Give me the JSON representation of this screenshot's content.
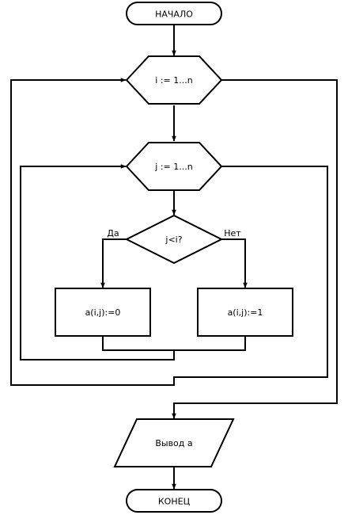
{
  "diagram": {
    "start_label": "НАЧАЛО",
    "loop_i_label": "i := 1...n",
    "loop_j_label": "j := 1...n",
    "condition_label": "j<i?",
    "branch_yes_label": "Да",
    "branch_no_label": "Нет",
    "assign_zero_label": "a(i,j):=0",
    "assign_one_label": "a(i,j):=1",
    "output_label": "Вывод a",
    "end_label": "КОНЕЦ"
  }
}
